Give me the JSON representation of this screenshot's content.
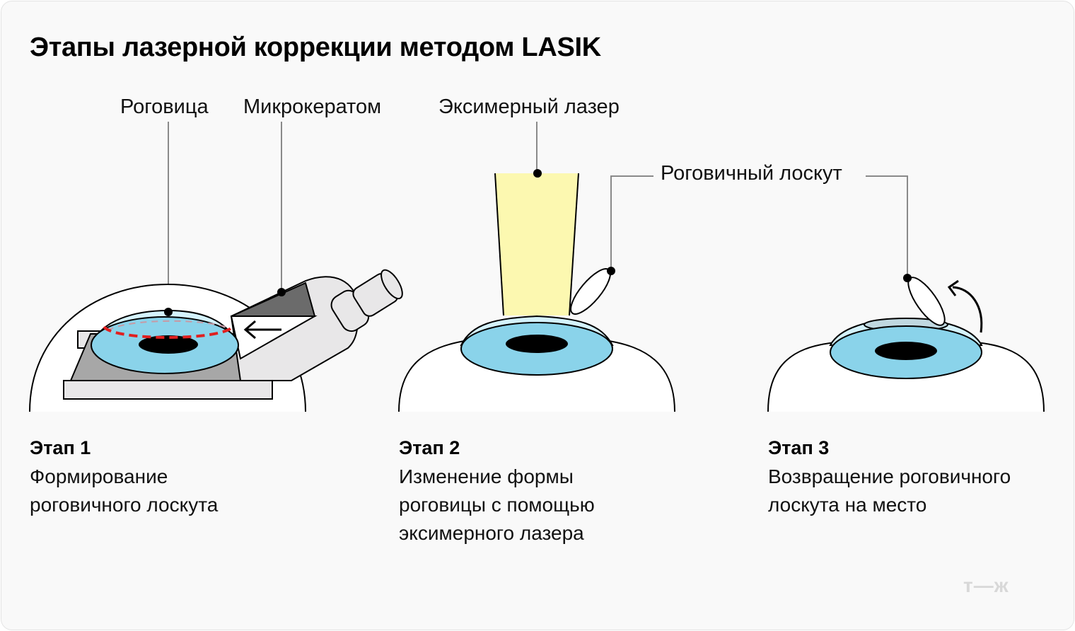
{
  "title": "Этапы лазерной коррекции методом LASIK",
  "labels": {
    "cornea": "Роговица",
    "microkeratome": "Микрокератом",
    "excimer_laser": "Эксимерный лазер",
    "corneal_flap": "Роговичный лоскут"
  },
  "stages": [
    {
      "heading": "Этап 1",
      "line1": "Формирование",
      "line2": "роговичного лоскута",
      "line3": ""
    },
    {
      "heading": "Этап 2",
      "line1": "Изменение формы",
      "line2": "роговицы с помощью",
      "line3": "эксимерного лазера"
    },
    {
      "heading": "Этап 3",
      "line1": "Возвращение роговичного",
      "line2": "лоскута на место",
      "line3": ""
    }
  ],
  "logo": "т—ж",
  "colors": {
    "iris": "#8ad3ea",
    "cornea": "#d4f2fc",
    "laser": "#fcf8b0",
    "cut_line": "#e02020",
    "device": "#e8e7e8",
    "device_dark": "#6b6b6b",
    "plate": "#a7a7a7"
  }
}
